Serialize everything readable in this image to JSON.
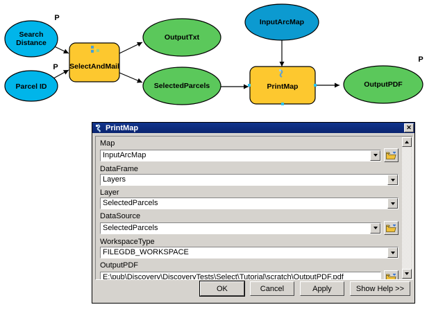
{
  "model": {
    "title": "ArcGIS ModelBuilder diagram",
    "parameter_marker": "P",
    "nodes": [
      {
        "id": "search-distance",
        "label": "Search\nDistance",
        "line1": "Search",
        "line2": "Distance",
        "type": "input-variable",
        "shape": "ellipse",
        "color": "#00b5ea",
        "parameter": true
      },
      {
        "id": "parcel-id",
        "label": "Parcel ID",
        "line1": "Parcel ID",
        "line2": "",
        "type": "input-variable",
        "shape": "ellipse",
        "color": "#00b5ea",
        "parameter": true
      },
      {
        "id": "select-and-mail",
        "label": "SelectAndMail",
        "type": "tool",
        "shape": "rounded-rect",
        "color": "#fdc82f",
        "parameter": false
      },
      {
        "id": "output-txt",
        "label": "OutputTxt",
        "type": "derived-variable",
        "shape": "ellipse",
        "color": "#5bc85b",
        "parameter": false
      },
      {
        "id": "selected-parcels",
        "label": "SelectedParcels",
        "type": "derived-variable",
        "shape": "ellipse",
        "color": "#5bc85b",
        "parameter": false
      },
      {
        "id": "input-arcmap",
        "label": "InputArcMap",
        "type": "input-variable",
        "shape": "ellipse",
        "color": "#0c9ad0",
        "parameter": false
      },
      {
        "id": "print-map",
        "label": "PrintMap",
        "type": "tool",
        "shape": "rounded-rect",
        "color": "#fdc82f",
        "parameter": false
      },
      {
        "id": "output-pdf",
        "label": "OutputPDF",
        "type": "derived-variable",
        "shape": "ellipse",
        "color": "#5bc85b",
        "parameter": true
      }
    ],
    "connections": [
      {
        "from": "search-distance",
        "to": "select-and-mail"
      },
      {
        "from": "parcel-id",
        "to": "select-and-mail"
      },
      {
        "from": "select-and-mail",
        "to": "output-txt"
      },
      {
        "from": "select-and-mail",
        "to": "selected-parcels"
      },
      {
        "from": "selected-parcels",
        "to": "print-map"
      },
      {
        "from": "input-arcmap",
        "to": "print-map"
      },
      {
        "from": "print-map",
        "to": "output-pdf"
      }
    ]
  },
  "dialog": {
    "title": "PrintMap",
    "title_icon": "script-tool-icon",
    "close_label": "✕",
    "fields": [
      {
        "name": "map",
        "label": "Map",
        "value": "InputArcMap",
        "control": "combobox",
        "browse": true
      },
      {
        "name": "dataframe",
        "label": "DataFrame",
        "value": "Layers",
        "control": "combobox",
        "browse": false
      },
      {
        "name": "layer",
        "label": "Layer",
        "value": "SelectedParcels",
        "control": "combobox",
        "browse": false
      },
      {
        "name": "datasource",
        "label": "DataSource",
        "value": "SelectedParcels",
        "control": "combobox",
        "browse": true
      },
      {
        "name": "workspacetype",
        "label": "WorkspaceType",
        "value": "FILEGDB_WORKSPACE",
        "control": "combobox",
        "browse": false
      },
      {
        "name": "outputpdf",
        "label": "OutputPDF",
        "value": "E:\\pub\\Discovery\\DiscoveryTests\\Select\\Tutorial\\scratch\\OutputPDF.pdf",
        "control": "textbox",
        "browse": true
      }
    ],
    "buttons": [
      {
        "name": "ok",
        "label": "OK",
        "default": true
      },
      {
        "name": "cancel",
        "label": "Cancel",
        "default": false
      },
      {
        "name": "apply",
        "label": "Apply",
        "default": false
      },
      {
        "name": "show-help",
        "label": "Show Help >>",
        "default": false
      }
    ],
    "scrollbar": {
      "up": "▲",
      "down": "▼"
    }
  },
  "colors": {
    "input_cyan": "#00b5ea",
    "input_blue": "#0c9ad0",
    "tool_yellow": "#fdc82f",
    "output_green": "#5bc85b",
    "titlebar": "#12358c",
    "dialog_face": "#d6d3ce"
  }
}
